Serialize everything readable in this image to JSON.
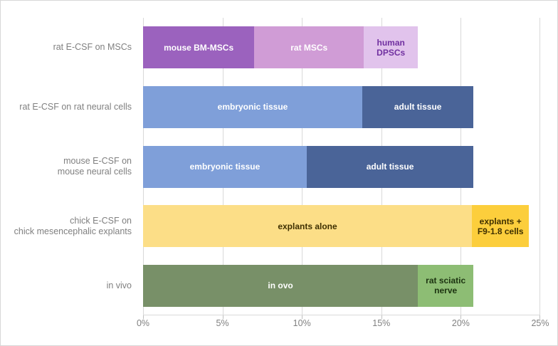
{
  "chart_data": {
    "type": "bar",
    "orientation": "horizontal",
    "stacked": true,
    "title": "",
    "xlabel": "",
    "ylabel": "",
    "xlim": [
      0,
      25
    ],
    "xunit": "%",
    "grid": true,
    "legend": "none (segments labelled in-place)",
    "xticks": [
      "0%",
      "5%",
      "10%",
      "15%",
      "20%",
      "25%"
    ],
    "xtickvalues": [
      0,
      5,
      10,
      15,
      20,
      25
    ],
    "categories": [
      "rat E-CSF on MSCs",
      "rat E-CSF on rat neural cells",
      "mouse E-CSF on\nmouse neural cells",
      "chick E-CSF on\nchick mesencephalic explants",
      "in vivo"
    ],
    "bars": [
      {
        "category": "rat E-CSF on MSCs",
        "total": 17.3,
        "segments": [
          {
            "label": "mouse BM-MSCs",
            "value": 7.0,
            "color": "#9B62BE",
            "text_color": "#ffffff"
          },
          {
            "label": "rat MSCs",
            "value": 6.9,
            "color": "#D09CD6",
            "text_color": "#ffffff"
          },
          {
            "label": "human DPSCs",
            "value": 3.4,
            "color": "#E1C3EC",
            "text_color": "#7030A0"
          }
        ]
      },
      {
        "category": "rat E-CSF on rat neural cells",
        "total": 20.8,
        "segments": [
          {
            "label": "embryonic tissue",
            "value": 13.8,
            "color": "#7F9FD9",
            "text_color": "#ffffff"
          },
          {
            "label": "adult tissue",
            "value": 7.0,
            "color": "#4A6498",
            "text_color": "#ffffff"
          }
        ]
      },
      {
        "category": "mouse E-CSF on\nmouse neural cells",
        "total": 20.8,
        "segments": [
          {
            "label": "embryonic tissue",
            "value": 10.3,
            "color": "#7F9FD9",
            "text_color": "#ffffff"
          },
          {
            "label": "adult tissue",
            "value": 10.5,
            "color": "#4A6498",
            "text_color": "#ffffff"
          }
        ]
      },
      {
        "category": "chick E-CSF on\nchick mesencephalic explants",
        "total": 24.3,
        "segments": [
          {
            "label": "explants alone",
            "value": 20.7,
            "color": "#FCDE87",
            "text_color": "#3f3000"
          },
          {
            "label": "explants +\nF9-1.8 cells",
            "value": 3.6,
            "color": "#FCCE3C",
            "text_color": "#3f3000"
          }
        ]
      },
      {
        "category": "in vivo",
        "total": 20.8,
        "segments": [
          {
            "label": "in ovo",
            "value": 17.3,
            "color": "#789068",
            "text_color": "#ffffff"
          },
          {
            "label": "rat sciatic nerve",
            "value": 3.5,
            "color": "#8DBD74",
            "text_color": "#1c3310"
          }
        ]
      }
    ]
  },
  "style": {
    "grid_color": "#d9d9d9",
    "axis_text_color": "#808080",
    "border_color": "#d8d8d8",
    "background": "#ffffff"
  }
}
